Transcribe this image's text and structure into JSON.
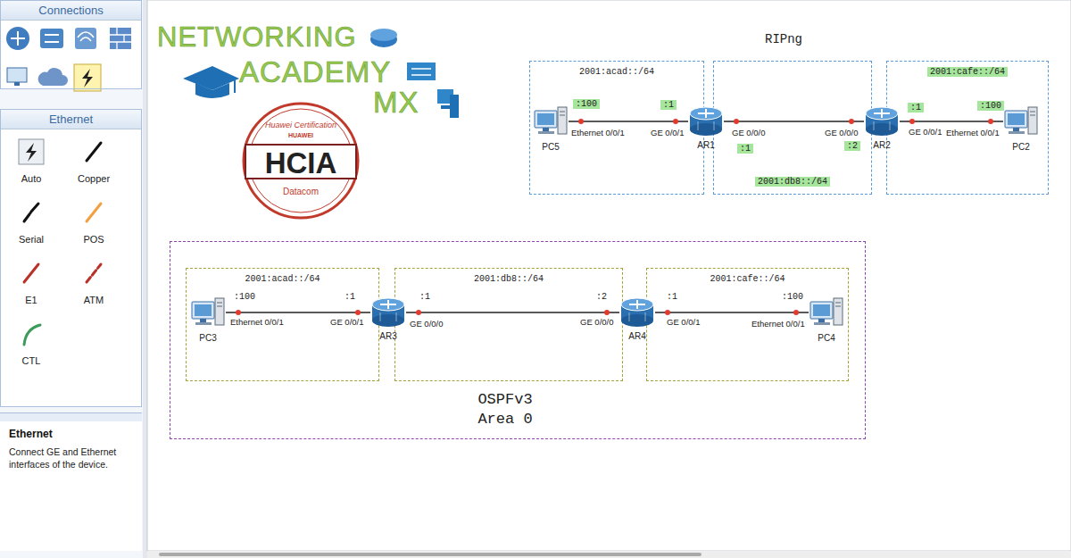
{
  "diagram": {
    "nodes": [
      {
        "text": [
          "Connections"
        ]
      },
      {
        "text": [
          "Ethernet"
        ]
      },
      {
        "text": [
          "Auto"
        ],
        "in": 1
      },
      {
        "text": [
          "Copper"
        ],
        "in": 1
      },
      {
        "text": [
          "Serial"
        ],
        "in": 1
      },
      {
        "text": [
          "POS"
        ],
        "in": 1
      },
      {
        "text": [
          "E1"
        ],
        "in": 1
      },
      {
        "text": [
          "ATM"
        ],
        "in": 1
      },
      {
        "text": [
          "CTL"
        ],
        "in": 1
      },
      {
        "text": [
          "Ethernet",
          "Connect GE and Ethernet interfaces of the device."
        ]
      },
      {
        "text": [
          "Huawei Certification",
          "HUAWEI",
          "HCIA",
          "Datacom"
        ]
      },
      {
        "text": [
          "2001:acad::/64"
        ]
      },
      {
        "text": [
          "2001:db8::/64"
        ]
      },
      {
        "text": [
          "2001:cafe::/64"
        ]
      },
      {
        "text": [
          "PC5"
        ],
        "in": 11
      },
      {
        "text": [
          "AR1"
        ]
      },
      {
        "text": [
          "AR2"
        ]
      },
      {
        "text": [
          "PC2"
        ],
        "in": 13
      },
      {
        "text": [
          "OSPFv3 Area 0"
        ]
      },
      {
        "text": [
          "2001:acad::/64"
        ],
        "in": 18
      },
      {
        "text": [
          "2001:db8::/64"
        ],
        "in": 18
      },
      {
        "text": [
          "2001:cafe::/64"
        ],
        "in": 18
      },
      {
        "text": [
          "PC3"
        ],
        "in": 19
      },
      {
        "text": [
          "AR3"
        ],
        "in": 18
      },
      {
        "text": [
          "AR4"
        ],
        "in": 18
      },
      {
        "text": [
          "PC4"
        ],
        "in": 21
      }
    ],
    "edges": [
      {
        "from": 14,
        "to": 15,
        "arrow": "none"
      },
      {
        "from": 15,
        "to": 16,
        "arrow": "none"
      },
      {
        "from": 16,
        "to": 17,
        "arrow": "none"
      },
      {
        "from": 22,
        "to": 23,
        "arrow": "none"
      },
      {
        "from": 23,
        "to": 24,
        "arrow": "none"
      },
      {
        "from": 24,
        "to": 25,
        "arrow": "none"
      }
    ],
    "labels": [
      "NETWORKING",
      "ACADEMY",
      "MX",
      "RIPng",
      ":100",
      "Ethernet 0/0/1",
      ":1",
      "GE 0/0/1",
      "GE 0/0/0",
      ":1",
      "GE 0/0/0",
      ":2",
      ":1",
      "GE 0/0/1",
      ":100",
      "Ethernet 0/0/1",
      ":100",
      "Ethernet 0/0/1",
      ":1",
      "GE 0/0/1",
      ":1",
      "GE 0/0/0",
      ":2",
      "GE 0/0/0",
      ":1",
      "GE 0/0/1",
      ":100",
      "Ethernet 0/0/1"
    ]
  }
}
